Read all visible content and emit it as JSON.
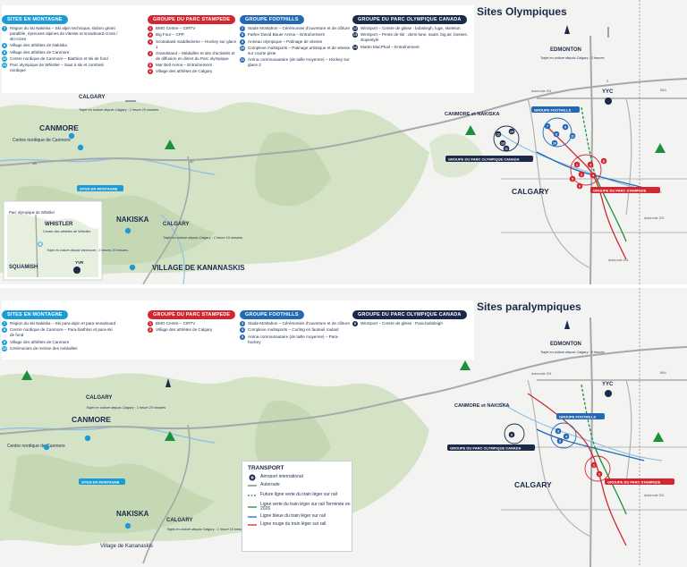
{
  "colors": {
    "mountain": "#1d9bd7",
    "stampede": "#d22630",
    "foothills": "#2469b3",
    "olympic_park": "#1b2a4a",
    "forest": "#bcd3a9",
    "water": "#8fc2e6",
    "tree": "#1a8f3c"
  },
  "olympic": {
    "title": "Sites Olympiques",
    "groups": [
      {
        "head": "SITES EN MONTAGNE",
        "color": "#1d9bd7",
        "items": [
          {
            "n": "7",
            "t": "Région du ski Nakiska – Ski alpin technique, slalom géant parallèle, épreuves alpines de vitesse et snowboard-cross / ski-cross"
          },
          {
            "n": "8",
            "t": "Village des athlètes de Nakiska"
          },
          {
            "n": "9",
            "t": "Village des athlètes de Canmore"
          },
          {
            "n": "10",
            "t": "Centre nordique de Canmore – Biathlon et ski de fond"
          },
          {
            "n": "11",
            "t": "Parc olympique de Whistler – Saut à ski et combiné nordique"
          }
        ]
      },
      {
        "head": "GROUPE DU PARC STAMPEDE",
        "color": "#d22630",
        "items": [
          {
            "n": "1",
            "t": "BMO Centre – CIRTV"
          },
          {
            "n": "2",
            "t": "Big Four – CPP"
          },
          {
            "n": "3",
            "t": "Scotiabank Saddledome – Hockey sur glace 1"
          },
          {
            "n": "4",
            "t": "Grandstand – Médailles et site d'activités et de diffusion en direct du Parc olympique"
          },
          {
            "n": "5",
            "t": "Mar Bell Arena – Entraînement"
          },
          {
            "n": "6",
            "t": "Village des athlètes de Calgary"
          }
        ]
      },
      {
        "head": "GROUPE FOOTHILLS",
        "color": "#2469b3",
        "items": [
          {
            "n": "7",
            "t": "Stade McMahon – Cérémonies d'ouverture et de clôture"
          },
          {
            "n": "8",
            "t": "Father David Bauer Arena – Entraînement"
          },
          {
            "n": "9",
            "t": "Anneau olympique – Patinage de vitesse"
          },
          {
            "n": "10",
            "t": "Complexe multisports – Patinage artistique et de vitesse sur courte piste"
          },
          {
            "n": "11",
            "t": "Aréna communautaire (de taille moyenne) – Hockey sur glace 2"
          }
        ]
      },
      {
        "head": "GROUPE DU PARC OLYMPIQUE CANADA",
        "color": "#1b2a4a",
        "items": [
          {
            "n": "12",
            "t": "WinSport – Centre de glisse : bobsleigh, luge, skeleton"
          },
          {
            "n": "13",
            "t": "WinSport – Pente de ski : demi-lune, sauts, big air, bosses, slopestyle"
          },
          {
            "n": "14",
            "t": "Martin MacPhail – Entraînement"
          }
        ]
      }
    ]
  },
  "paralympic": {
    "title": "Sites paralympiques",
    "groups": [
      {
        "head": "SITES EN MONTAGNE",
        "color": "#1d9bd7",
        "items": [
          {
            "n": "7",
            "t": "Région du ski Nakiska – Ski para-alpin et para-snowboard"
          },
          {
            "n": "8",
            "t": "Centre nordique de Canmore – Para-biathlon et para-ski de fond"
          },
          {
            "n": "9",
            "t": "Village des athlètes de Canmore"
          },
          {
            "n": "10",
            "t": "Cérémonies de remise des médailles"
          }
        ]
      },
      {
        "head": "GROUPE DU PARC STAMPEDE",
        "color": "#d22630",
        "items": [
          {
            "n": "1",
            "t": "BMO Centre – CIRTV"
          },
          {
            "n": "2",
            "t": "Village des athlètes de Calgary"
          }
        ]
      },
      {
        "head": "GROUPE FOOTHILLS",
        "color": "#2469b3",
        "items": [
          {
            "n": "3",
            "t": "Stade McMahon – Cérémonies d'ouverture et de clôture"
          },
          {
            "n": "4",
            "t": "Complexe multisports – Curling en fauteuil roulant"
          },
          {
            "n": "5",
            "t": "Aréna communautaire (de taille moyenne) – Para-hockey"
          }
        ]
      },
      {
        "head": "GROUPE DU PARC OLYMPIQUE CANADA",
        "color": "#1b2a4a",
        "items": [
          {
            "n": "6",
            "t": "WinSport – Centre de glisse : Para-bobsleigh"
          }
        ]
      }
    ]
  },
  "map_labels": {
    "calgary_travel_1": "CALGARY",
    "travel_canmore": "Trajet en voiture depuis Calgary : 1 heure 20 minutes",
    "travel_nakiska": "Trajet en voiture depuis Calgary : 1 heure 15 minutes",
    "travel_edmonton": "Trajet en voiture depuis Calgary : 3 heures",
    "travel_whistler": "Trajet en voiture depuis Vancouver : 2 heures 10 minutes",
    "canmore": "CANMORE",
    "centre_nordique": "Centre nordique de Canmore",
    "sites_montagne": "SITES EN MONTAGNE",
    "nakiska": "NAKISKA",
    "village_kananaskis_upper": "VILLAGE DE KANANASKIS",
    "village_kananaskis": "Village de Kananaskis",
    "whistler": "WHISTLER",
    "whistler_park": "Parc olympique de Whistler",
    "whistler_centre": "Centre des athlètes de Whistler",
    "squamish": "SQUAMISH",
    "yvr": "YVR",
    "yyc": "YYC",
    "edmonton": "EDMONTON",
    "calgary": "CALGARY",
    "canmore_nakiska": "CANMORE et NAKISKA",
    "grp_foothills": "GROUPE FOOTHILLS",
    "grp_olympic_park": "GROUPE DU PARC OLYMPIQUE CANADA",
    "grp_stampede": "GROUPE DU PARC STAMPEDE",
    "autoroute201": "Autoroute 201",
    "hw1": "1",
    "hw2": "2",
    "hw22": "22",
    "hw40": "40",
    "hw564": "564",
    "hw1a": "1A"
  },
  "legend": {
    "title": "TRANSPORT",
    "items": [
      {
        "label": "Aéroport international",
        "type": "airport"
      },
      {
        "label": "Autoroute",
        "type": "highway"
      },
      {
        "label": "Future ligne verte du train léger sur rail",
        "type": "green-dashed"
      },
      {
        "label": "Ligne verte du train léger sur rail Terminée en 2026",
        "type": "green-solid"
      },
      {
        "label": "Ligne bleue du train léger sur rail",
        "type": "blue"
      },
      {
        "label": "Ligne rouge du train léger sur rail",
        "type": "red"
      }
    ]
  }
}
